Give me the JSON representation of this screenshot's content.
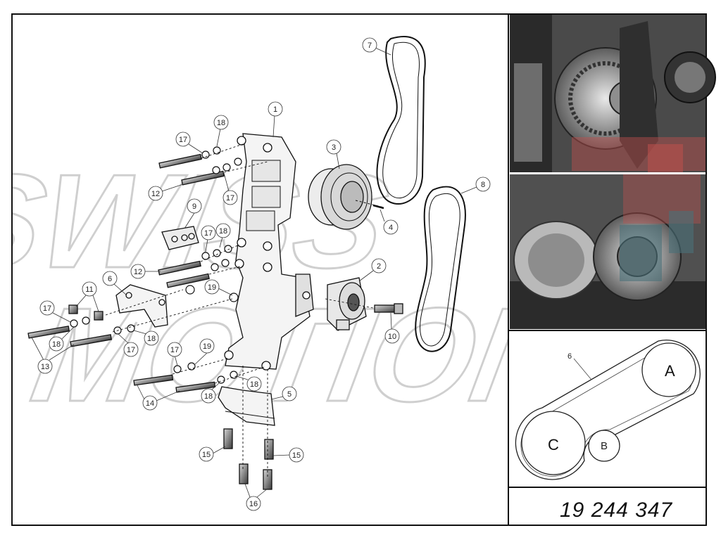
{
  "callouts": [
    {
      "label": "1"
    },
    {
      "label": "2"
    },
    {
      "label": "3"
    },
    {
      "label": "4"
    },
    {
      "label": "5"
    },
    {
      "label": "6"
    },
    {
      "label": "7"
    },
    {
      "label": "8"
    },
    {
      "label": "9"
    },
    {
      "label": "10"
    },
    {
      "label": "11"
    },
    {
      "label": "12"
    },
    {
      "label": "12"
    },
    {
      "label": "13"
    },
    {
      "label": "14"
    },
    {
      "label": "15"
    },
    {
      "label": "15"
    },
    {
      "label": "16"
    },
    {
      "label": "17"
    },
    {
      "label": "17"
    },
    {
      "label": "17"
    },
    {
      "label": "17"
    },
    {
      "label": "17"
    },
    {
      "label": "17"
    },
    {
      "label": "18"
    },
    {
      "label": "18"
    },
    {
      "label": "18"
    },
    {
      "label": "18"
    },
    {
      "label": "18"
    },
    {
      "label": "19"
    }
  ],
  "belt_diagram": {
    "callout": "6",
    "pulley_a": "A",
    "pulley_b": "B",
    "pulley_c": "C"
  },
  "part_number": "19 244 347",
  "watermark": "SWISS MOTION",
  "colors": {
    "line": "#111111",
    "fill_light": "#f4f4f4",
    "photo_dark": "#3a3a3a",
    "photo_mid": "#9a9a9a",
    "highlight_red": "#c0504d"
  }
}
